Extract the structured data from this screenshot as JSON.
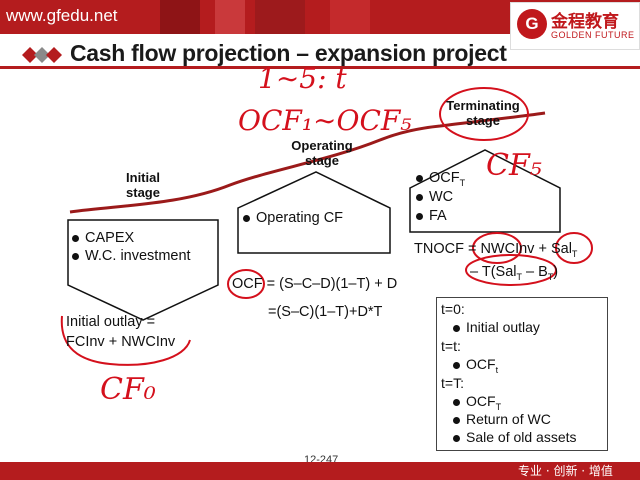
{
  "header": {
    "site": "www.gfedu.net",
    "logo_cn": "金程教育",
    "logo_mark": "G",
    "logo_en": "GOLDEN FUTURE",
    "title": "Cash flow projection – expansion project"
  },
  "stages": {
    "initial": "Initial stage",
    "operating": "Operating stage",
    "terminating": "Terminating stage"
  },
  "boxes": {
    "initial_items": [
      "CAPEX",
      "W.C. investment"
    ],
    "operating_items": [
      "Operating CF"
    ],
    "terminating_items": [
      "OCF",
      "WC",
      "FA"
    ],
    "terminating_sub": "T"
  },
  "formulas": {
    "initial_line1": "Initial outlay =",
    "initial_line2": "FCInv + NWCInv",
    "ocf_line1": "OCF = (S–C–D)(1–T) + D",
    "ocf_line2": "=(S–C)(1–T)+D*T",
    "tnocf_line1": "TNOCF = NWCInv + Sal",
    "tnocf_line1_sub": "T",
    "tnocf_line2": "– T(Sal",
    "tnocf_line2_sub1": "T",
    "tnocf_line2_mid": " – B",
    "tnocf_line2_sub2": "T",
    "tnocf_line2_end": ")"
  },
  "timeline": {
    "t0": "t=0:",
    "t0_item": "Initial outlay",
    "tt": "t=t:",
    "tt_item": "OCF",
    "tt_sub": "t",
    "tT": "t=T:",
    "tT_items": [
      "OCF",
      "Return of WC",
      "Sale of old assets"
    ],
    "tT_sub": "T"
  },
  "handwriting": {
    "top_a": "1∼5: t",
    "top_b": "OCF₁∼OCF₅",
    "cf5": "CF₅",
    "cf0": "CF₀"
  },
  "slide_number": "12-247",
  "footer": "专业 · 创新 · 增值",
  "colors": {
    "brand_red": "#b41c1e",
    "ink": "#d4101c"
  }
}
